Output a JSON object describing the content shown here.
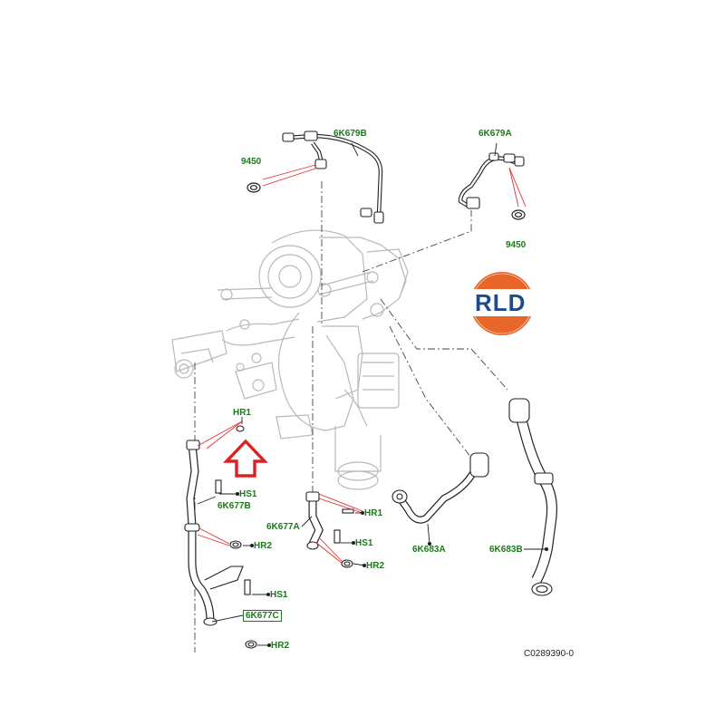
{
  "logo": {
    "text": "RLD",
    "ring_color": "#e8662a",
    "text_color": "#1f4a8a"
  },
  "labels": {
    "p_6k679b": "6K679B",
    "p_6k679a": "6K679A",
    "p_9450_left": "9450",
    "p_9450_right": "9450",
    "p_hr1_top": "HR1",
    "p_hs1_a": "HS1",
    "p_6k677b": "6K677B",
    "p_hr2_a": "HR2",
    "p_hs1_b": "HS1",
    "p_6k677c": "6K677C",
    "p_hr2_b": "HR2",
    "p_6k677a": "6K677A",
    "p_hr1_mid": "HR1",
    "p_hs1_c": "HS1",
    "p_hr2_c": "HR2",
    "p_6k683a": "6K683A",
    "p_6k683b": "6K683B"
  },
  "figure_id": "C0289390-0",
  "colors": {
    "label_green": "#1b7a1b",
    "arrow_red": "#e02020",
    "leader_red": "#e03030",
    "line_grey": "#333333"
  }
}
